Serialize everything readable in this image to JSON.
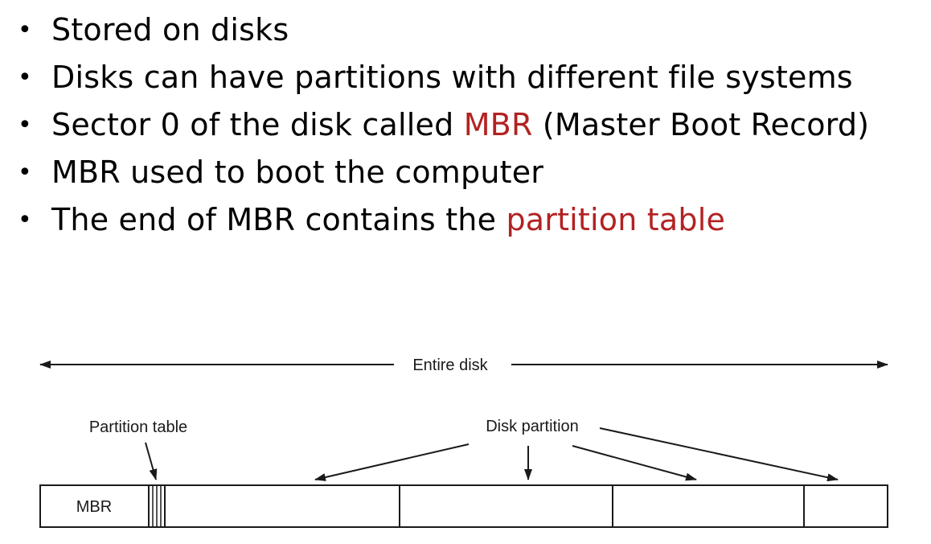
{
  "bullets": [
    {
      "segments": [
        {
          "text": "Stored on disks",
          "highlight": false
        }
      ]
    },
    {
      "segments": [
        {
          "text": "Disks can have partitions with different file systems",
          "highlight": false
        }
      ]
    },
    {
      "segments": [
        {
          "text": "Sector 0 of the disk called ",
          "highlight": false
        },
        {
          "text": "MBR",
          "highlight": true
        },
        {
          "text": " (Master Boot Record)",
          "highlight": false
        }
      ]
    },
    {
      "segments": [
        {
          "text": "MBR used to boot the computer",
          "highlight": false
        }
      ]
    },
    {
      "segments": [
        {
          "text": "The end of MBR contains the ",
          "highlight": false
        },
        {
          "text": "partition table",
          "highlight": true
        }
      ]
    }
  ],
  "diagram": {
    "entire_disk_label": "Entire disk",
    "partition_table_label": "Partition table",
    "disk_partition_label": "Disk partition",
    "mbr_label": "MBR"
  },
  "colors": {
    "highlight": "#b22222",
    "text": "#000000",
    "line": "#1a1a1a"
  }
}
